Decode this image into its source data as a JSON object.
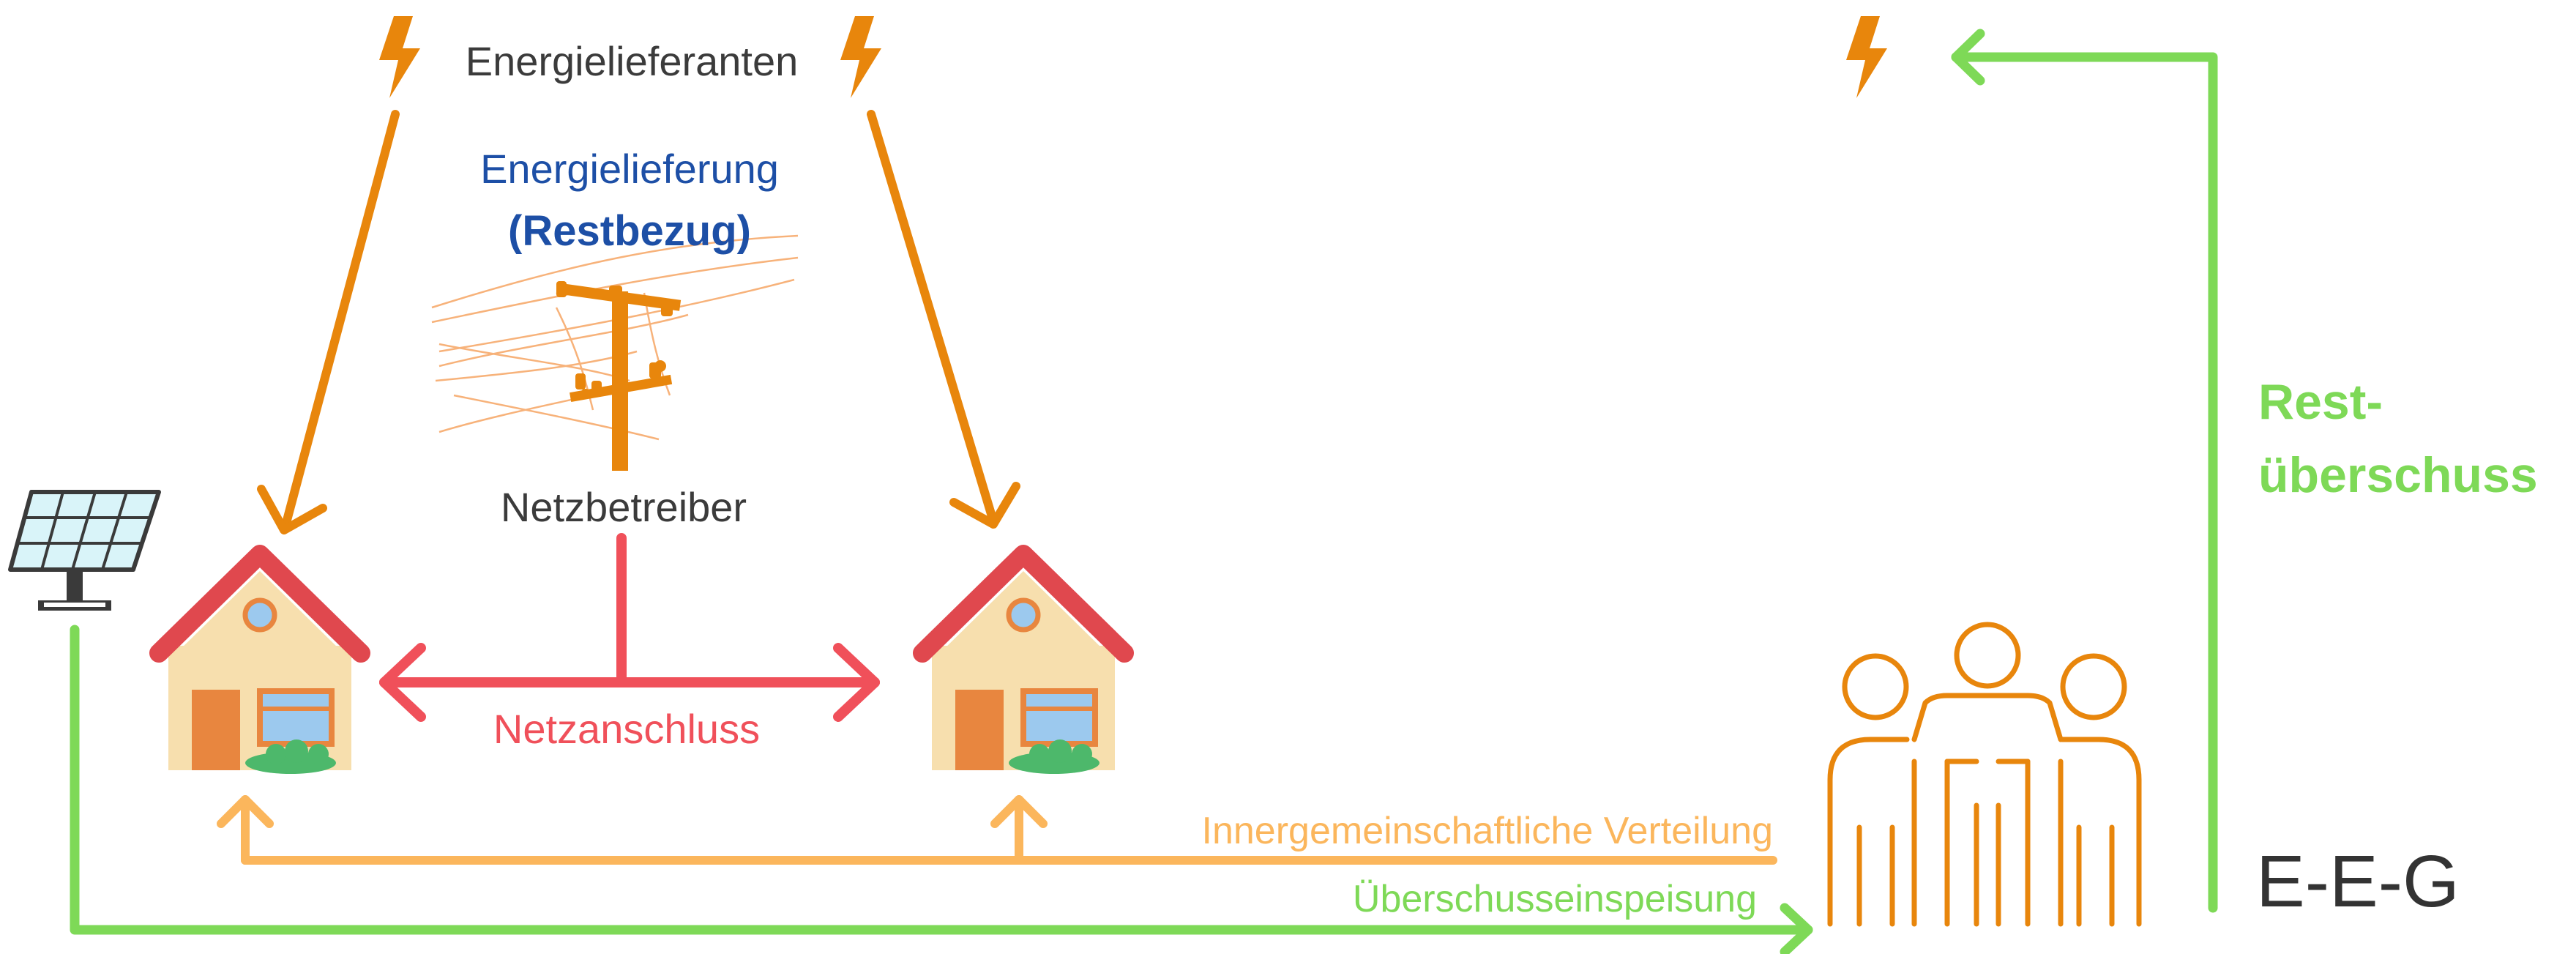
{
  "labels": {
    "energy_suppliers": "Energielieferanten",
    "delivery_line1": "Energielieferung",
    "delivery_line2": "(Restbezug)",
    "grid_operator": "Netzbetreiber",
    "grid_connection": "Netzanschluss",
    "internal_distribution": "Innergemeinschaftliche Verteilung",
    "surplus_feed_in": "Überschusseinspeisung",
    "remaining_surplus_line1": "Rest-",
    "remaining_surplus_line2": "überschuss",
    "community": "E-E-G"
  },
  "icons": {
    "lightning": "lightning-bolt-icon",
    "house": "house-icon",
    "solar_panel": "solar-panel-icon",
    "power_pole": "power-pole-icon",
    "people": "people-group-icon"
  },
  "colors": {
    "supplier_arrow": "#E8860C",
    "delivery_text": "#1D4FA6",
    "grid_connection": "#F0505A",
    "internal_distribution": "#FBB65C",
    "surplus": "#7ED957",
    "community_icon": "#E8860C",
    "text_dark": "#3b3b3b"
  }
}
